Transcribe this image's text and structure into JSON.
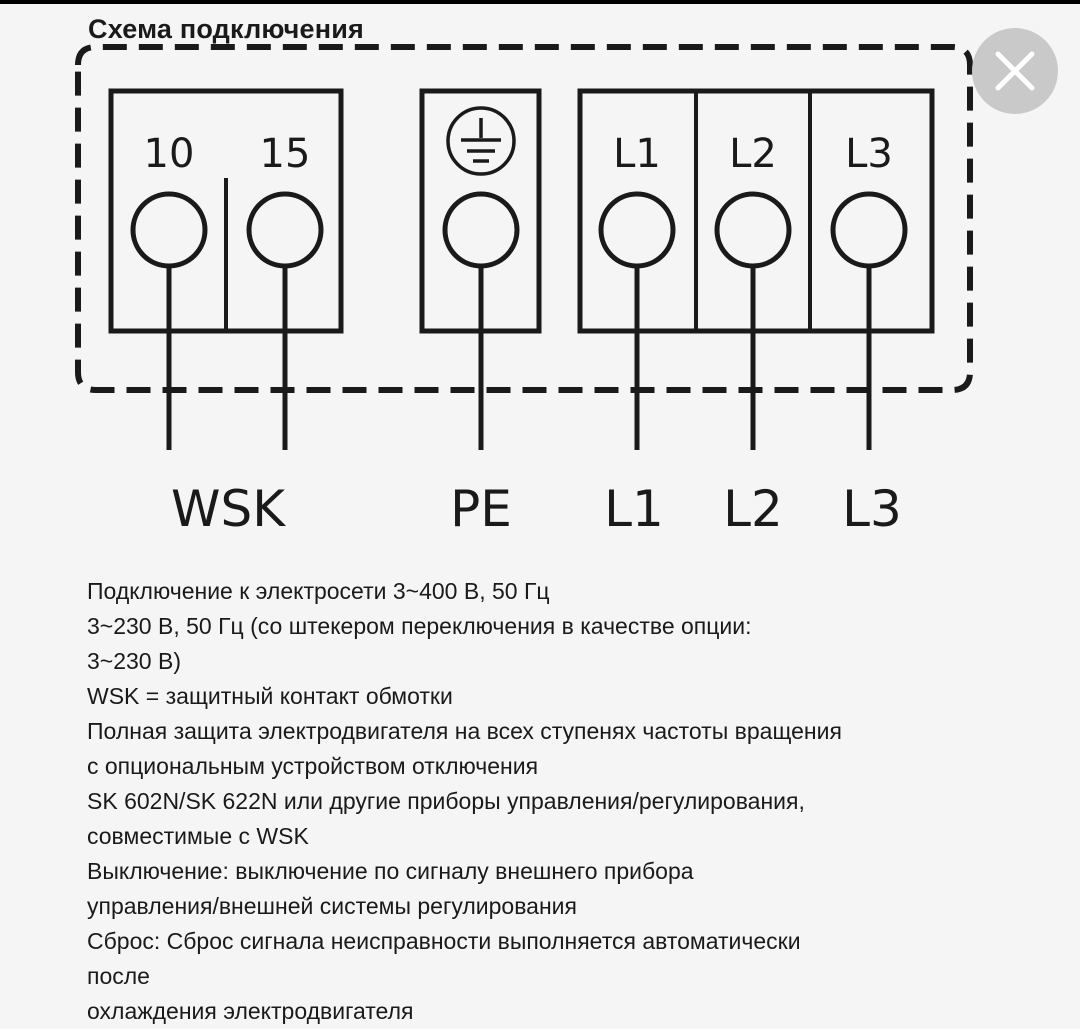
{
  "heading": "Схема подключения",
  "terminals": {
    "wsk_block": [
      "10",
      "15"
    ],
    "phase_block": [
      "L1",
      "L2",
      "L3"
    ]
  },
  "wire_labels": [
    "WSK",
    "PE",
    "L1",
    "L2",
    "L3"
  ],
  "icons": {
    "ground": "protective-earth-symbol",
    "close": "close-x"
  },
  "colors": {
    "background": "#f5f5f5",
    "ink": "#1a1a1a",
    "close_button": "#c9c9c9"
  },
  "notes": [
    "Подключение к электросети 3~400 В, 50 Гц",
    "3~230 В, 50 Гц (со штекером переключения в качестве опции:",
    "3~230 В)",
    "WSK = защитный контакт обмотки",
    "Полная защита электродвигателя на всех ступенях частоты вращения",
    "с опциональным устройством отключения",
    "SK 602N/SK 622N или другие приборы управления/регулирования,",
    "совместимые с WSK",
    "Выключение: выключение по сигналу внешнего прибора",
    "управления/внешней системы регулирования",
    "Сброс: Сброс сигнала неисправности выполняется автоматически",
    "после",
    "охлаждения электродвигателя"
  ]
}
